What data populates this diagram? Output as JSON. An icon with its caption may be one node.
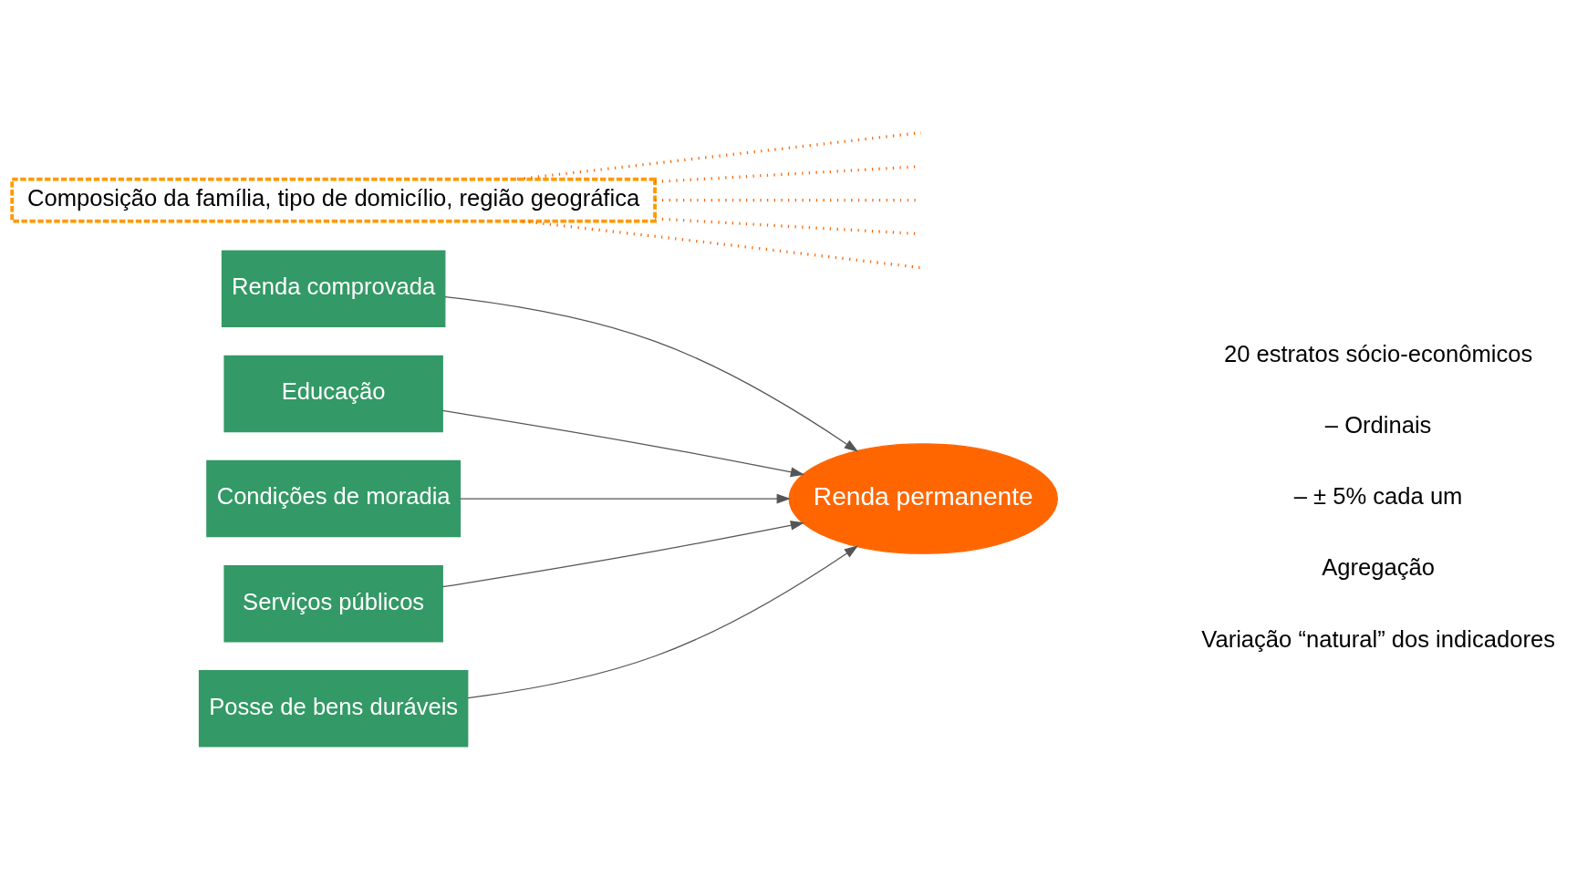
{
  "diagram": {
    "nodes": [
      {
        "text": [
          "Renda comprovada"
        ]
      },
      {
        "text": [
          "Educação"
        ]
      },
      {
        "text": [
          "Condições de moradia"
        ]
      },
      {
        "text": [
          "Serviços públicos"
        ]
      },
      {
        "text": [
          "Posse de bens duráveis"
        ]
      },
      {
        "text": [
          "Renda permanente"
        ]
      },
      {
        "text": [
          "Composição da família, tipo de domicílio, região geográfica"
        ]
      }
    ],
    "edges": [
      {
        "from": 0,
        "to": 5,
        "arrow": "to"
      },
      {
        "from": 1,
        "to": 5,
        "arrow": "to"
      },
      {
        "from": 2,
        "to": 5,
        "arrow": "to"
      },
      {
        "from": 3,
        "to": 5,
        "arrow": "to"
      },
      {
        "from": 4,
        "to": 5,
        "arrow": "to"
      },
      {
        "from": 6,
        "to": null,
        "arrow": "none",
        "style": "dashed",
        "color": "#ff6600"
      },
      {
        "from": 6,
        "to": null,
        "arrow": "none",
        "style": "dashed",
        "color": "#ff6600"
      },
      {
        "from": 6,
        "to": null,
        "arrow": "none",
        "style": "dashed",
        "color": "#ff6600"
      },
      {
        "from": 6,
        "to": null,
        "arrow": "none",
        "style": "dashed",
        "color": "#ff6600"
      },
      {
        "from": 6,
        "to": null,
        "arrow": "none",
        "style": "dashed",
        "color": "#ff6600"
      }
    ],
    "labels": [
      "20 estratos sócio-econômicos",
      "– Ordinais",
      "– ± 5% cada um",
      "Agregação",
      "Variação “natural” dos indicadores"
    ]
  }
}
